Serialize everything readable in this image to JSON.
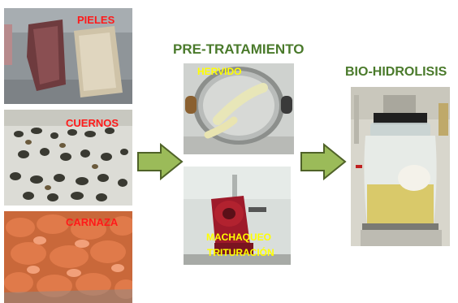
{
  "stages": {
    "raw_materials": {
      "pieles": "PIELES",
      "cuernos": "CUERNOS",
      "carnaza": "CARNAZA"
    },
    "pretreatment": {
      "title": "PRE-TRATAMIENTO",
      "hervido": "HERVIDO",
      "machaqueo": "MACHAQUEO",
      "trituracion": "TRITURACIÓN"
    },
    "biohydrolysis": {
      "title": "BIO-HIDROLISIS"
    }
  },
  "colors": {
    "label_red": "#ff1a1a",
    "label_yellow": "#ffff00",
    "title_green": "#4a7a2b",
    "arrow_fill": "#9bbb59",
    "arrow_stroke": "#4f6228"
  },
  "icons": [
    "arrow-right-icon"
  ]
}
